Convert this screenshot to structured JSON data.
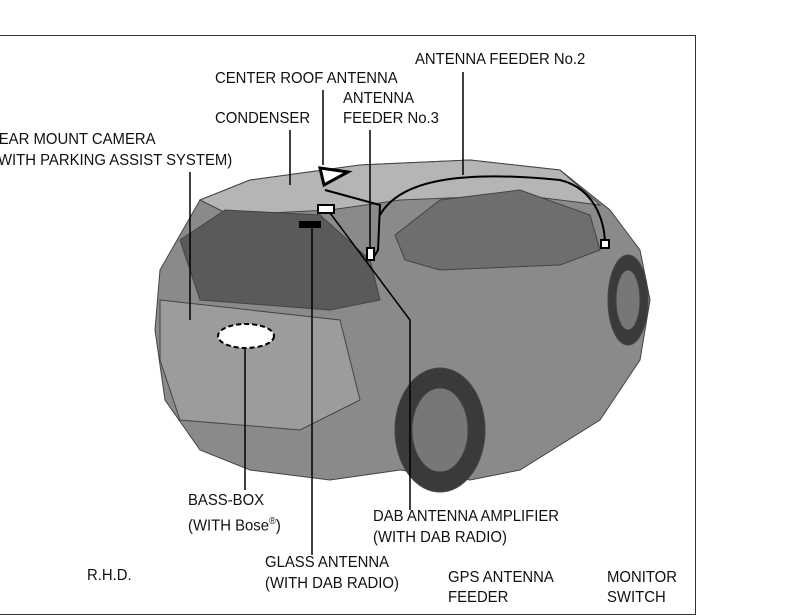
{
  "labels": {
    "antenna_feeder_2": "ANTENNA FEEDER No.2",
    "center_roof_antenna": "CENTER ROOF ANTENNA",
    "antenna_feeder_3_l1": "ANTENNA",
    "antenna_feeder_3_l2": "FEEDER No.3",
    "condenser": "CONDENSER",
    "rear_camera_l1": "REAR MOUNT CAMERA",
    "rear_camera_l2": "(WITH PARKING ASSIST SYSTEM)",
    "bass_box_l1": "BASS-BOX",
    "bass_box_l2": "(WITH Bose",
    "bass_box_reg": "®",
    "bass_box_close": ")",
    "dab_amp_l1": "DAB ANTENNA AMPLIFIER",
    "dab_amp_l2": "(WITH DAB RADIO)",
    "glass_antenna_l1": "GLASS ANTENNA",
    "glass_antenna_l2": "(WITH DAB RADIO)",
    "rhd": "R.H.D.",
    "gps_feeder_l1": "GPS ANTENNA",
    "gps_feeder_l2": "FEEDER",
    "monitor_switch_l1": "MONITOR",
    "monitor_switch_l2": "SWITCH"
  }
}
